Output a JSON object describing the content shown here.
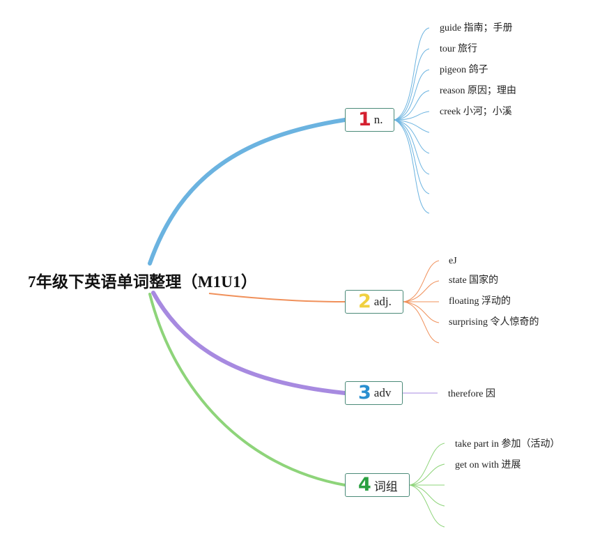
{
  "root": {
    "title": "7年级下英语单词整理（M1U1）"
  },
  "branches": [
    {
      "number": "1",
      "label": "n.",
      "color": "#6bb3e0",
      "number_color": "#d42030",
      "leaves": [
        "guide 指南；手册",
        "tour 旅行",
        "pigeon 鸽子",
        "reason 原因；理由",
        "creek 小河；小溪",
        "",
        "",
        "",
        "",
        ""
      ]
    },
    {
      "number": "2",
      "label": "adj.",
      "color": "#f0905a",
      "number_color": "#f0d040",
      "leaves": [
        "eJ",
        "state 国家的",
        "floating 浮动的",
        "surprising 令人惊奇的",
        ""
      ]
    },
    {
      "number": "3",
      "label": "adv",
      "color": "#a78ae0",
      "number_color": "#2a8fd0",
      "leaves": [
        "therefore 因"
      ]
    },
    {
      "number": "4",
      "label": "词组",
      "color": "#8ed47a",
      "number_color": "#2aa040",
      "leaves": [
        "take part in 参加（活动）",
        "get on with 进展",
        "",
        "",
        ""
      ]
    }
  ]
}
